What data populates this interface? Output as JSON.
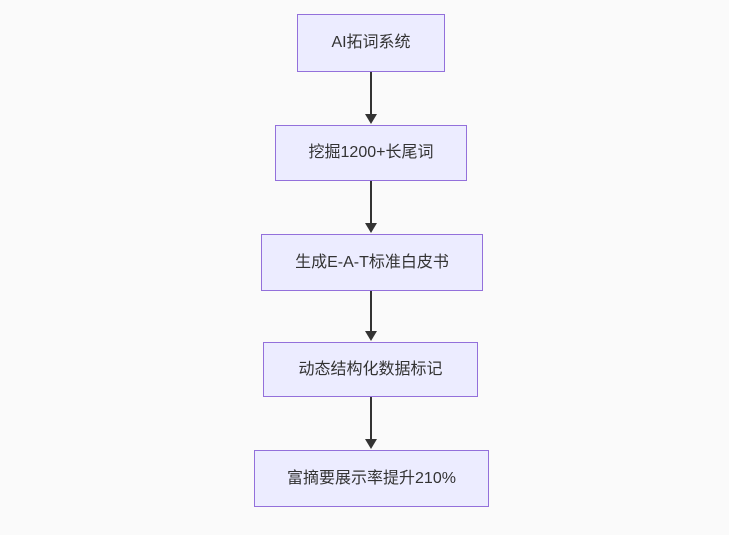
{
  "diagram": {
    "type": "flowchart",
    "direction": "top-down",
    "nodes": [
      {
        "id": "n1",
        "label": "AI拓词系统"
      },
      {
        "id": "n2",
        "label": "挖掘1200+长尾词"
      },
      {
        "id": "n3",
        "label": "生成E-A-T标准白皮书"
      },
      {
        "id": "n4",
        "label": "动态结构化数据标记"
      },
      {
        "id": "n5",
        "label": "富摘要展示率提升210%"
      }
    ],
    "edges": [
      {
        "from": "AI拓词系统",
        "to": "挖掘1200+长尾词",
        "style": "arrow-down"
      },
      {
        "from": "挖掘1200+长尾词",
        "to": "生成E-A-T标准白皮书",
        "style": "arrow-down"
      },
      {
        "from": "生成E-A-T标准白皮书",
        "to": "动态结构化数据标记",
        "style": "arrow-down"
      },
      {
        "from": "动态结构化数据标记",
        "to": "富摘要展示率提升210%",
        "style": "arrow-down"
      }
    ],
    "colors": {
      "node_fill": "#ECECFF",
      "node_border": "#9370DB",
      "node_text": "#333333",
      "arrow": "#333333",
      "background": "#fafafa"
    }
  }
}
